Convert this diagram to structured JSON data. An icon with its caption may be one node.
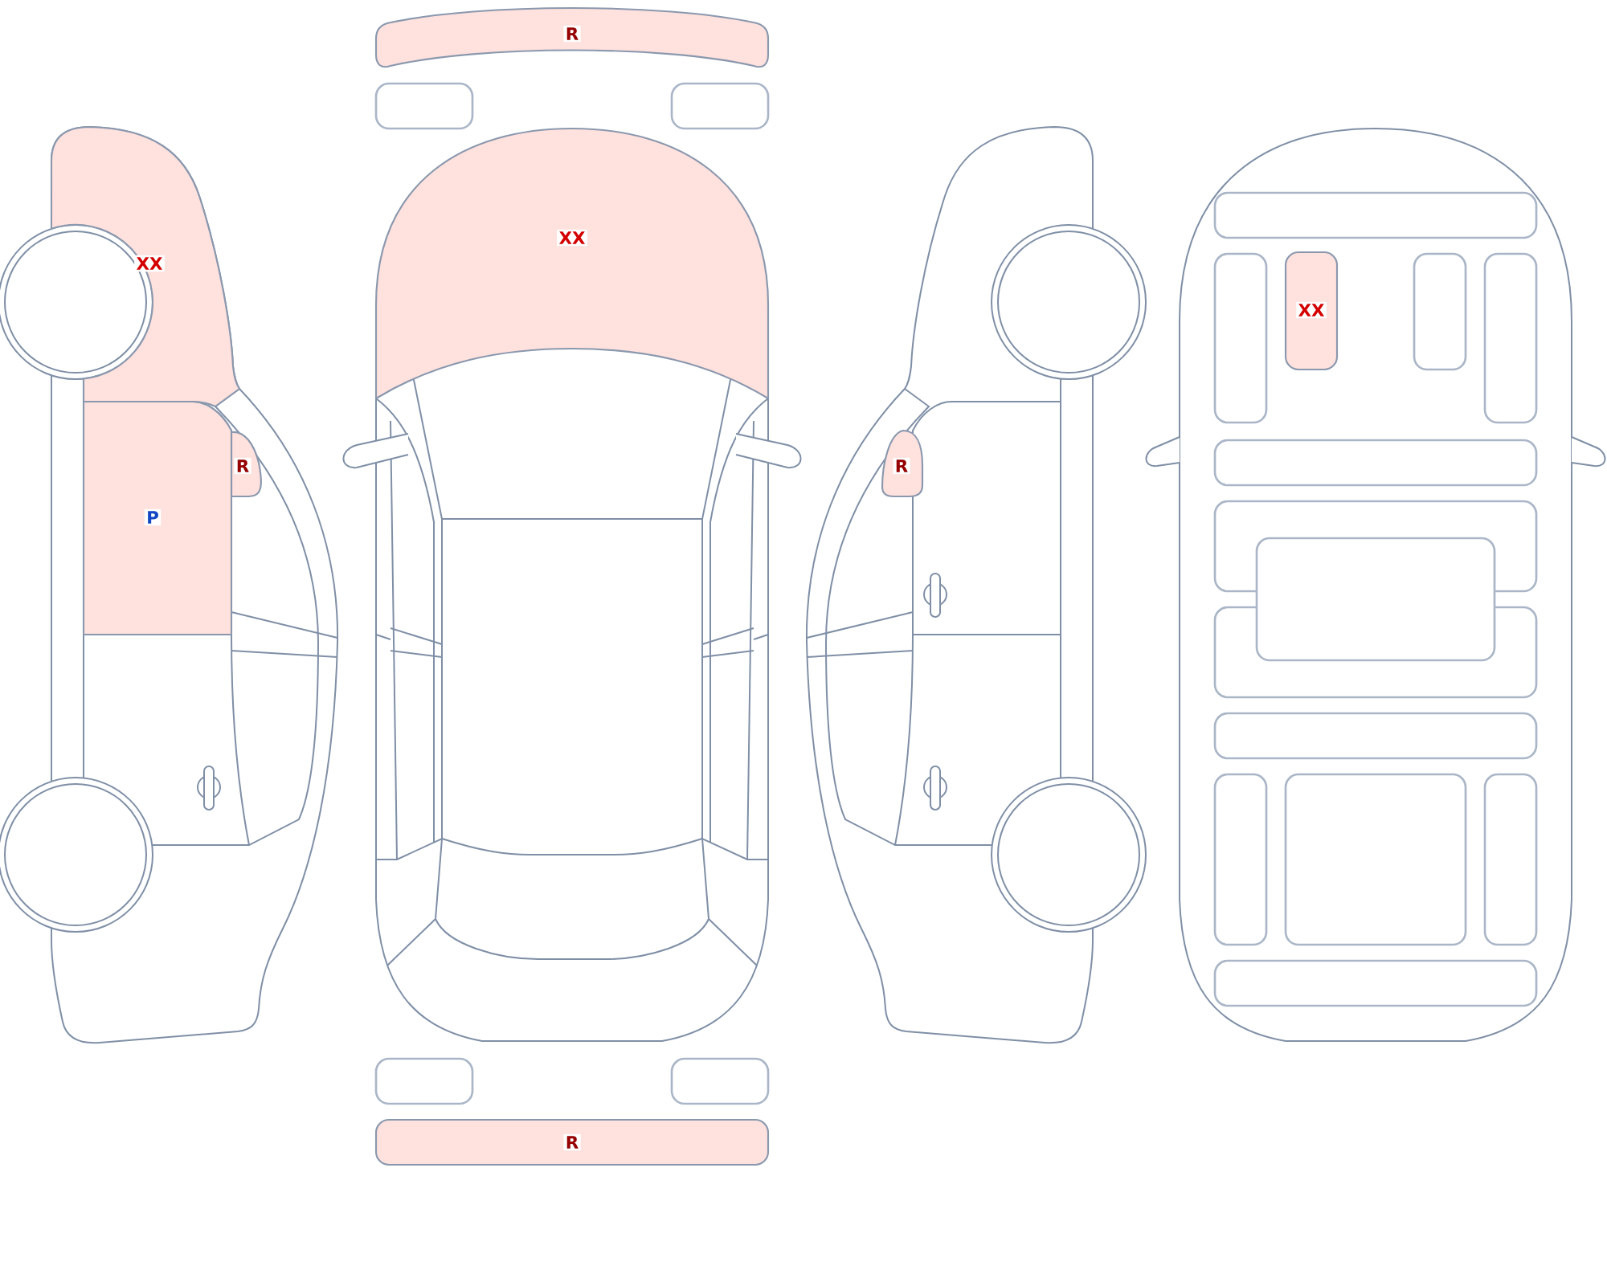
{
  "diagram": {
    "nodes": [
      {
        "text": [
          "R"
        ]
      },
      {
        "text": [
          "XX"
        ]
      },
      {
        "text": [
          "XX"
        ]
      },
      {
        "text": [
          "XX"
        ]
      },
      {
        "text": [
          "R"
        ]
      },
      {
        "text": [
          "R"
        ]
      },
      {
        "text": [
          "P"
        ]
      },
      {
        "text": [
          "R"
        ]
      }
    ]
  }
}
